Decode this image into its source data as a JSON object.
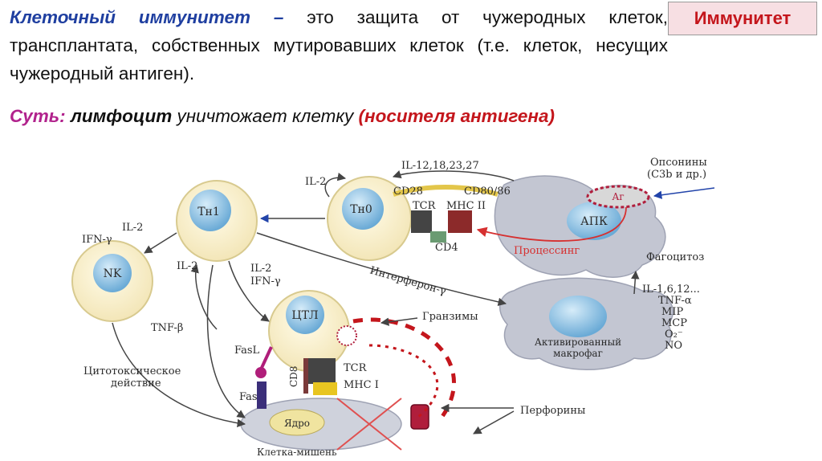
{
  "definition": {
    "term": "Клеточный иммунитет –",
    "text": " это защита от чужеродных клеток, трансплантата, собственных мутировавших клеток (т.е. клеток, несущих чужеродный антиген)."
  },
  "badge": "Иммунитет",
  "essence": {
    "label": "Суть:",
    "subject": "лимфоцит",
    "verb": "уничтожает клетку",
    "paren": "(носителя антигена)"
  },
  "diagram": {
    "cells": {
      "th1": "Tн1",
      "th0": "Tн0",
      "nk": "NK",
      "ctl": "ЦТЛ",
      "apc": "АПК",
      "macro_line1": "Активированный",
      "macro_line2": "макрофаг",
      "nucleus": "Ядро",
      "target": "Клетка-мишень",
      "ag": "Аг"
    },
    "labels": {
      "il_top": "IL-12,18,23,27",
      "il2_th0": "IL-2",
      "cd28": "CD28",
      "cd80": "CD80/86",
      "tcr_top": "TCR",
      "mhc2": "MHC II",
      "cd4": "CD4",
      "opsonins_1": "Опсонины",
      "opsonins_2": "(C3b и др.)",
      "processing": "Процессинг",
      "phagocytosis": "Фагоцитоз",
      "il2_nk": "IL-2",
      "ifng_nk": "IFN-γ",
      "il2_mid": "IL-2",
      "il2_ctl": "IL-2",
      "ifng_ctl": "IFN-γ",
      "interferon": "Интерферон-γ",
      "tnfb": "TNF-β",
      "cytotox_1": "Цитотоксическое",
      "cytotox_2": "действие",
      "granzymes": "Гранзимы",
      "fasl": "FasL",
      "fas": "Fas",
      "cd8": "CD8",
      "tcr_bottom": "TCR",
      "mhc1": "MHC I",
      "perforins": "Перфорины",
      "cyt_1": "IL-1,6,12...",
      "cyt_2": "TNF-α",
      "cyt_3": "MIP",
      "cyt_4": "MCP",
      "cyt_5": "O₂⁻",
      "cyt_6": "NO"
    }
  }
}
